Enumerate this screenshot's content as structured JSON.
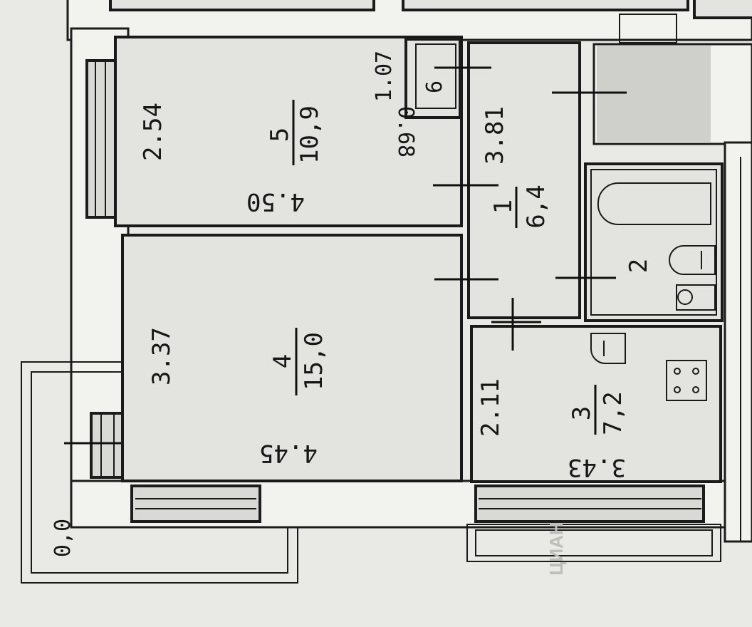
{
  "rooms": [
    {
      "number": "5",
      "area": "10,9",
      "width": "2.54",
      "length": "4.50"
    },
    {
      "number": "4",
      "area": "15,0",
      "width": "3.37",
      "length": "4.45"
    },
    {
      "number": "1",
      "area": "6,4",
      "width": "3.81"
    },
    {
      "number": "3",
      "area": "7,2",
      "width": "2.11",
      "length": "3.43"
    },
    {
      "number": "2"
    },
    {
      "number": "6"
    }
  ],
  "dimensions": {
    "closet_width": "1.07",
    "closet_length": "0.68",
    "balcony_area": "0,0"
  },
  "watermark": "ЦИАН"
}
